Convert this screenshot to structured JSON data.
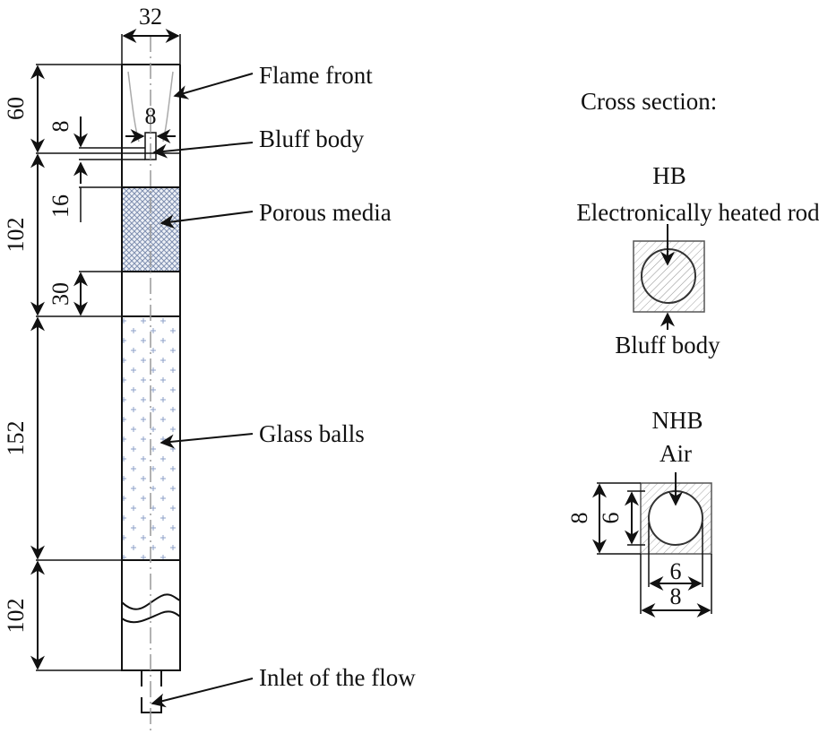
{
  "labels": {
    "flame_front": "Flame front",
    "bluff_body": "Bluff body",
    "porous_media": "Porous media",
    "glass_balls": "Glass balls",
    "inlet": "Inlet of the flow",
    "cross_section": "Cross section:"
  },
  "dimensions": {
    "width": "32",
    "flame_height": "60",
    "bluff_gap": "8",
    "bluff_width": "8",
    "porous_offset": "16",
    "porous_section": "102",
    "porous_bottom": "30",
    "glass_height": "152",
    "bottom_height": "102"
  },
  "cross_sections": {
    "hb": {
      "title": "HB",
      "top_label": "Electronically heated rod",
      "bottom_label": "Bluff body"
    },
    "nhb": {
      "title": "NHB",
      "top_label": "Air",
      "outer_dim_v": "8",
      "inner_dim_v": "6",
      "inner_dim_h": "6",
      "outer_dim_h": "8"
    }
  },
  "colors": {
    "porous_fill": "#7f8fb0",
    "glass_dots": "#8da0c8",
    "hatch": "#999999"
  }
}
